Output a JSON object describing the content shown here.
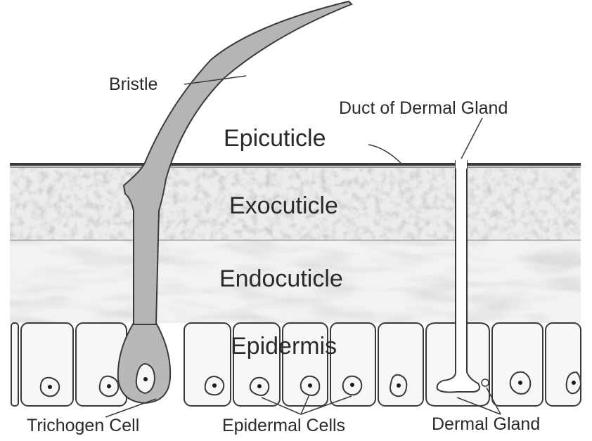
{
  "labels": {
    "bristle": "Bristle",
    "duct": "Duct of Dermal Gland",
    "epicuticle": "Epicuticle",
    "exocuticle": "Exocuticle",
    "endocuticle": "Endocuticle",
    "epidermis": "Epidermis",
    "trichogen_cell": "Trichogen Cell",
    "epidermal_cells": "Epidermal Cells",
    "dermal_gland": "Dermal Gland"
  },
  "colors": {
    "line": "#3a3a3a",
    "cuticle_shade": "#9a9a9a",
    "bristle_fill": "#b5b5b5",
    "cell_fill": "#f7f7f7"
  }
}
